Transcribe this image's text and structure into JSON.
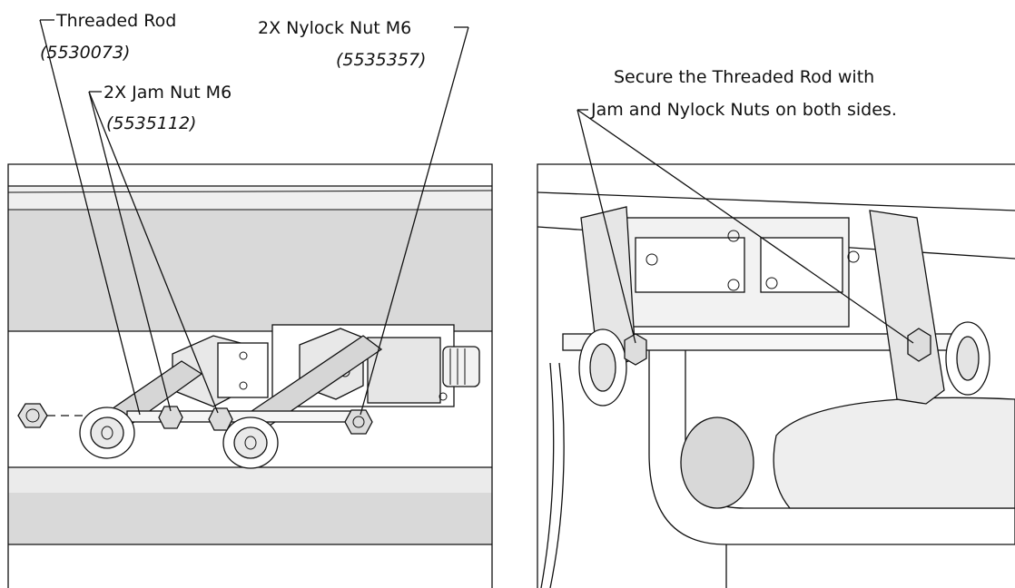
{
  "left_panel": {
    "callouts": {
      "threaded_rod": {
        "name": "Threaded Rod",
        "part_no": "(5530073)"
      },
      "jam_nut": {
        "name": "2X Jam Nut M6",
        "part_no": "(5535112)"
      },
      "nylock_nut": {
        "name": "2X Nylock Nut M6",
        "part_no": "(5535357)"
      }
    }
  },
  "right_panel": {
    "note_line1": "Secure the Threaded Rod with",
    "note_line2": "Jam and Nylock Nuts on both sides."
  },
  "colors": {
    "line": "#111111",
    "face_gray": "#d9d9d9",
    "light_gray": "#ececec",
    "background": "#ffffff"
  }
}
